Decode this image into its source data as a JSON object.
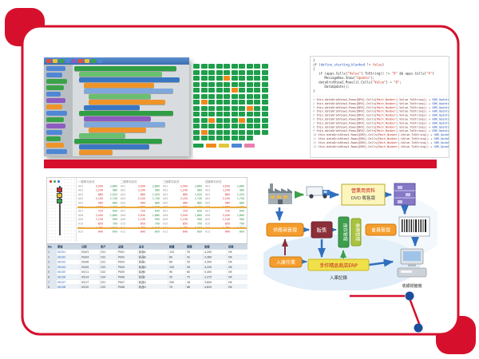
{
  "slide": {
    "accent_red": "#d6102c",
    "dot_blue": "#1b4e9b"
  },
  "block_editor": {
    "toolbar_chips": [
      "#e74c3c",
      "#f0c030",
      "#3aa349",
      "#4f87d4",
      "#8e5bbf",
      "#e74c3c",
      "#f0c030",
      "#3aa349",
      "#4f87d4"
    ],
    "palette": [
      {
        "c": "#4f87d4",
        "w": 24
      },
      {
        "c": "#4f87d4",
        "w": 20
      },
      {
        "c": "#3aa349",
        "w": 26
      },
      {
        "c": "#3aa349",
        "w": 22
      },
      {
        "c": "#4f87d4",
        "w": 18
      },
      {
        "c": "#8e5bbf",
        "w": 24
      },
      {
        "c": "#ef9428",
        "w": 20
      },
      {
        "c": "#4f87d4",
        "w": 26
      },
      {
        "c": "#3aa349",
        "w": 22
      },
      {
        "c": "#8e5bbf",
        "w": 24
      },
      {
        "c": "#4f87d4",
        "w": 20
      },
      {
        "c": "#3aa349",
        "w": 18
      },
      {
        "c": "#ef9428",
        "w": 22
      },
      {
        "c": "#4f87d4",
        "w": 26
      }
    ],
    "canvas_blocks": [
      {
        "i": 2,
        "w": 128,
        "c": "#2f9e44"
      },
      {
        "i": 8,
        "w": 104,
        "c": "#69c06f"
      },
      {
        "i": 8,
        "w": 126,
        "c": "#3a77c2"
      },
      {
        "i": 14,
        "w": 88,
        "c": "#ef9428"
      },
      {
        "i": 14,
        "w": 112,
        "c": "#7fa8dc"
      },
      {
        "i": 20,
        "w": 78,
        "c": "#69c06f"
      },
      {
        "i": 20,
        "w": 96,
        "c": "#ef9428"
      },
      {
        "i": 14,
        "w": 70,
        "c": "#3a77c2"
      },
      {
        "i": 8,
        "w": 118,
        "c": "#2f9e44"
      },
      {
        "i": 14,
        "w": 84,
        "c": "#8e5bbf"
      },
      {
        "i": 14,
        "w": 102,
        "c": "#7fa8dc"
      },
      {
        "i": 20,
        "w": 72,
        "c": "#ef9428"
      },
      {
        "i": 8,
        "w": 58,
        "c": "#69c06f"
      },
      {
        "i": 2,
        "w": 110,
        "c": "#2f9e44"
      },
      {
        "i": 8,
        "w": 88,
        "c": "#3a77c2"
      },
      {
        "i": 8,
        "w": 42,
        "c": "#ef9428"
      }
    ]
  },
  "status_grid": {
    "on_color": "#1f9e4b",
    "alert_color": "#f08a1d",
    "rows": [
      "gggggggggg",
      "gggggggggg",
      "ggggoggggg",
      "gggggggggg",
      "gggggogggg",
      "gggggggggg",
      "gogggggggg",
      "gggggggogg",
      "gggggggggg",
      "ggogggoggg",
      "gggggggggg",
      "gogggggggg",
      "ggggggggee"
    ],
    "legend": [
      "#1f9e4b",
      "#f08a1d",
      "#e3c63c",
      "#4f87d4",
      "#e87fae"
    ]
  },
  "code_editor": {
    "top_lines": [
      [
        [
          "}",
          "p"
        ]
      ],
      [
        [
          "if (",
          "p"
        ],
        [
          "define_starting_blanked",
          "b"
        ],
        [
          " != ",
          "p"
        ],
        [
          "false",
          "r"
        ],
        [
          ")",
          "p"
        ]
      ],
      [
        [
          "{",
          "p"
        ]
      ],
      [
        [
          "   if (apps.Cells[",
          "p"
        ],
        [
          "\"Value\"",
          "r"
        ],
        [
          "].ToString() != ",
          "p"
        ],
        [
          "\"0\"",
          "r"
        ],
        [
          " && apps.Cells[",
          "p"
        ],
        [
          "\"V\"",
          "r"
        ],
        [
          "]",
          "p"
        ]
      ],
      [
        [
          "      MessageBox.Show(",
          "p"
        ],
        [
          "\"Updata\"",
          "r"
        ],
        [
          ");",
          "p"
        ]
      ],
      [
        [
          "   dataGridView1.Rows[i].Cells[",
          "p"
        ],
        [
          "\"Value\"",
          "r"
        ],
        [
          "] = ",
          "p"
        ],
        [
          "\"0\"",
          "r"
        ],
        [
          ";",
          "p"
        ]
      ],
      [
        [
          "      DataUpdate();",
          "p"
        ]
      ],
      [
        [
          "}",
          "p"
        ]
      ]
    ],
    "log_count": 13,
    "log_line": [
      [
        "this.dataGridView1.Rows[DRV].Cells[",
        "m"
      ],
      [
        "Mach_Number",
        "r"
      ],
      [
        "].Value.ToString() + ",
        "m"
      ],
      [
        "GBR_Updata",
        "b"
      ],
      [
        "[dgv].Cells[",
        "m"
      ],
      [
        "Updata",
        "r"
      ],
      [
        "].Value;",
        "m"
      ]
    ]
  },
  "stock_monitor": {
    "group_headers": [
      "一廠庫存狀況",
      "二廠庫存狀況",
      "三廠庫存狀況",
      "四廠庫存狀況"
    ],
    "rows": [
      [
        "A01",
        "3,500",
        "2,860"
      ],
      [
        "A02",
        "1,240",
        "980"
      ],
      [
        "A03",
        "860",
        "1,020"
      ],
      [
        "A04",
        "2,150",
        "1,740"
      ],
      [
        "A05",
        "960",
        "880"
      ],
      [
        "A06",
        "1,580",
        "1,320"
      ],
      [
        "A07",
        "720",
        "640"
      ],
      [
        "A08",
        "2,040",
        "1,860"
      ],
      [
        "A09",
        "1,130",
        "990"
      ],
      [
        "A10",
        "850",
        "790"
      ],
      [
        "A11",
        "1,460",
        "1,210"
      ],
      [
        "A12",
        "640",
        "600"
      ]
    ]
  },
  "order_table": {
    "headers": [
      "No",
      "單號",
      "日期",
      "客戶",
      "品號",
      "品名",
      "數量",
      "單價",
      "金額",
      "狀態"
    ],
    "rows": [
      [
        "1",
        "S0101",
        "05/03",
        "C01",
        "P001",
        "精品A",
        "120",
        "35",
        "4,200",
        "OK"
      ],
      [
        "2",
        "S0102",
        "05/04",
        "C02",
        "P002",
        "精品B",
        "80",
        "42",
        "3,360",
        "OK"
      ],
      [
        "3",
        "S0103",
        "05/06",
        "C01",
        "P003",
        "精品C",
        "60",
        "55",
        "3,300",
        "OK"
      ],
      [
        "4",
        "S0104",
        "05/09",
        "C03",
        "P004",
        "精品D",
        "150",
        "28",
        "4,200",
        "OK"
      ],
      [
        "5",
        "S0105",
        "05/11",
        "C02",
        "P005",
        "精品E",
        "90",
        "60",
        "5,400",
        "OK"
      ],
      [
        "6",
        "S0106",
        "05/14",
        "C04",
        "P006",
        "精品F",
        "45",
        "75",
        "3,375",
        "OK"
      ],
      [
        "7",
        "S0107",
        "05/17",
        "C01",
        "P007",
        "精品G",
        "200",
        "18",
        "3,600",
        "OK"
      ],
      [
        "8",
        "S0108",
        "05/20",
        "C05",
        "P008",
        "精品H",
        "70",
        "66",
        "4,620",
        "OK"
      ]
    ]
  },
  "flowchart": {
    "supplier_box": "供應商管理",
    "sales_box": "販售",
    "inventory_box": "庫存管理",
    "account_box": "帳務管理",
    "member_box": "會員管理",
    "note_line1": "營業用資料",
    "note_line2": "DVD 販售版",
    "inbound_box": "入庫作業",
    "erp_box": "手作精品商店ERP",
    "record_label": "入庫記錄",
    "pos_label": "收銀標籤機"
  }
}
